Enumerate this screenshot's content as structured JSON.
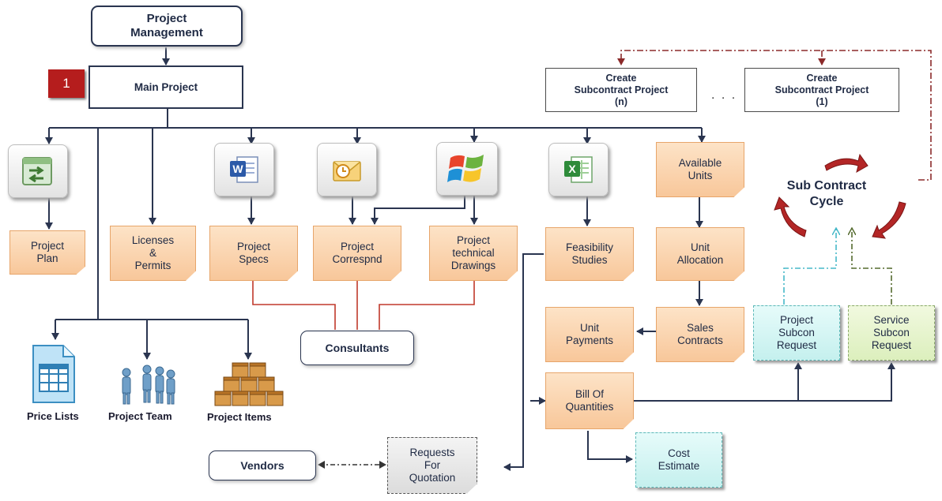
{
  "root": "Project\nManagement",
  "badge": "1",
  "main_project": "Main Project",
  "subcontract_n": "Create\nSubcontract Project\n(n)",
  "subcontract_1": "Create\nSubcontract Project\n(1)",
  "ellipsis": ". . .",
  "cycle": "Sub Contract\nCycle",
  "nodes": {
    "project_plan": "Project\nPlan",
    "licenses_permits": "Licenses\n&\nPermits",
    "project_specs": "Project\nSpecs",
    "project_correspnd": "Project\nCorrespnd",
    "project_technical_drawings": "Project\ntechnical\nDrawings",
    "feasibility_studies": "Feasibility\nStudies",
    "available_units": "Available\nUnits",
    "unit_allocation": "Unit\nAllocation",
    "sales_contracts": "Sales\nContracts",
    "unit_payments": "Unit\nPayments",
    "bill_of_quantities": "Bill Of\nQuantities",
    "cost_estimate": "Cost\nEstimate",
    "requests_for_quotation": "Requests\nFor\nQuotation",
    "project_subcon_request": "Project\nSubcon\nRequest",
    "service_subcon_request": "Service\nSubcon\nRequest",
    "consultants": "Consultants",
    "vendors": "Vendors"
  },
  "captions": {
    "price_lists": "Price Lists",
    "project_team": "Project Team",
    "project_items": "Project Items"
  },
  "icons": [
    "project-app-icon",
    "word-icon",
    "outlook-icon",
    "windows-logo-icon",
    "excel-icon",
    "spreadsheet-icon",
    "team-people-icon",
    "boxes-icon"
  ],
  "colors": {
    "navy": "#2a3550",
    "orange_fill": "#f8c79a",
    "cyan_fill": "#c5f0ee",
    "green_fill": "#dcefbd",
    "connector_red": "#c0392b",
    "badge_red": "#b51d1d"
  }
}
